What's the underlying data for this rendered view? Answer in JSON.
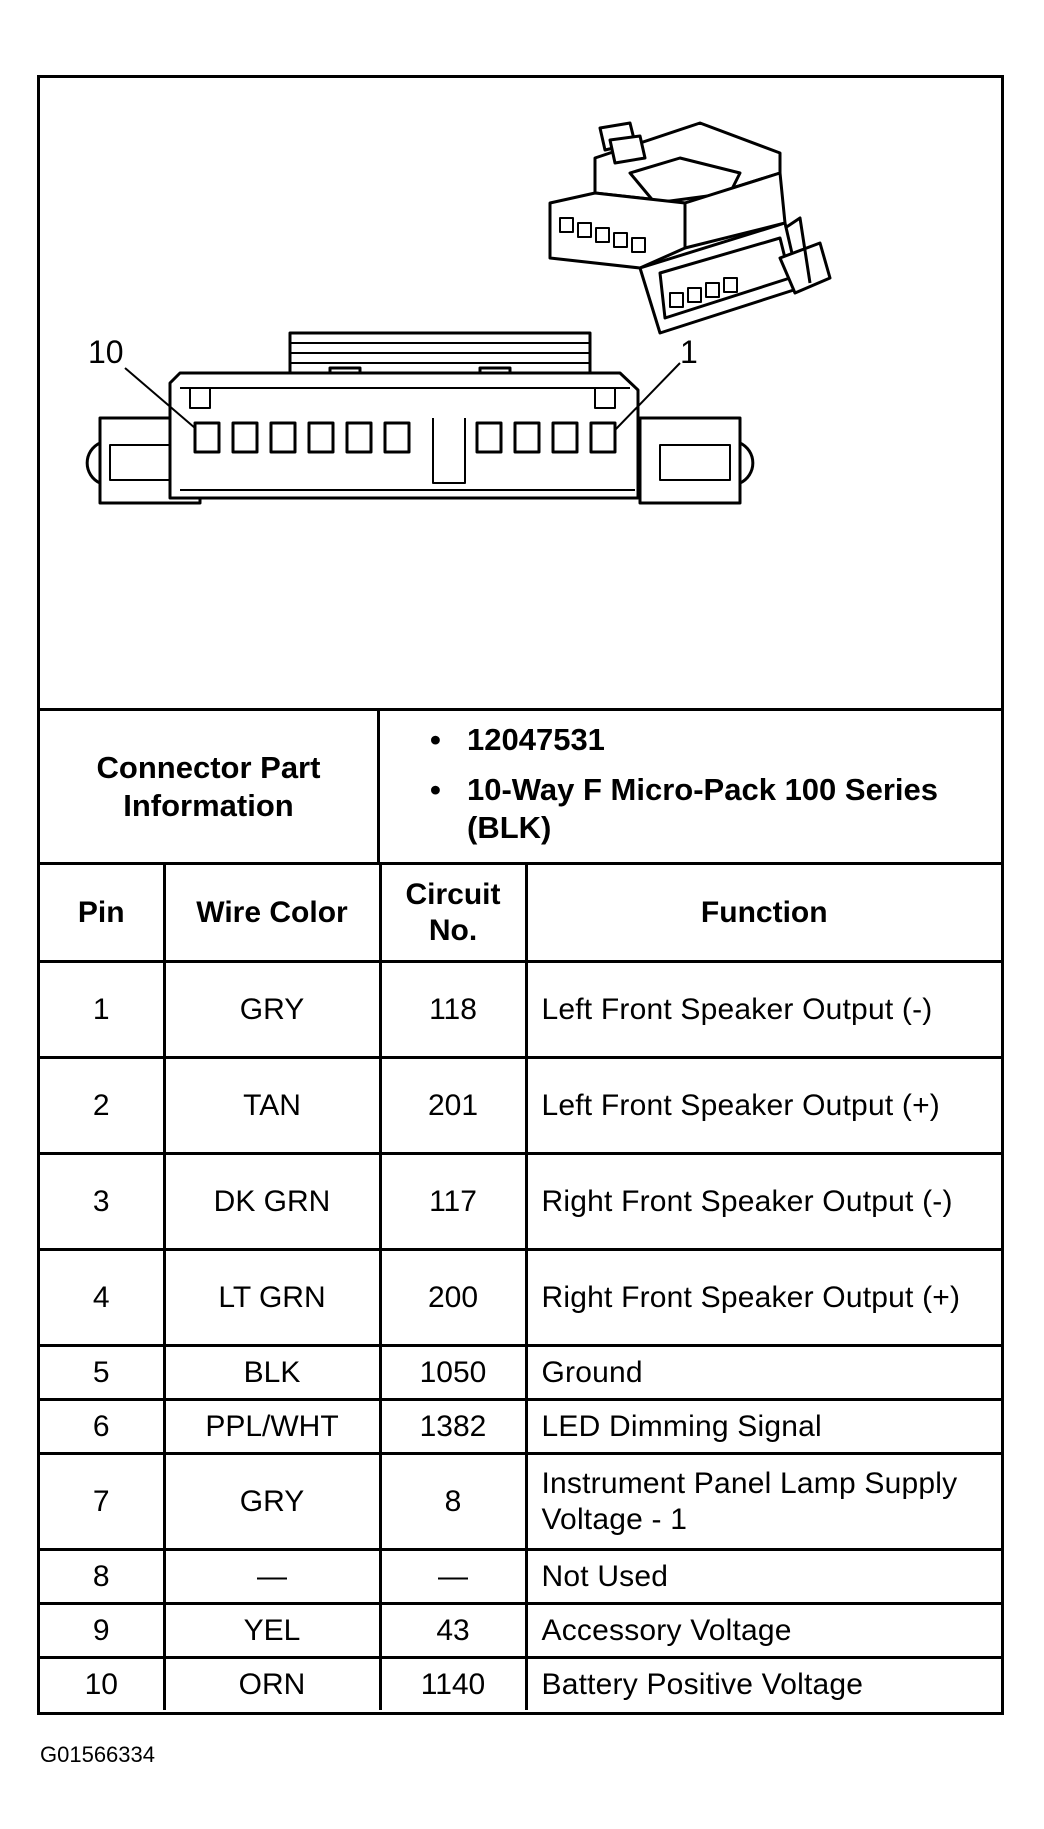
{
  "diagram": {
    "pin_left_label": "10",
    "pin_right_label": "1"
  },
  "connector_info": {
    "label": "Connector Part Information",
    "items": [
      "12047531",
      "10-Way F Micro-Pack 100 Series (BLK)"
    ]
  },
  "table": {
    "headers": [
      "Pin",
      "Wire Color",
      "Circuit No.",
      "Function"
    ],
    "rows": [
      {
        "pin": "1",
        "wire": "GRY",
        "circuit": "118",
        "function": "Left Front Speaker Output (-)"
      },
      {
        "pin": "2",
        "wire": "TAN",
        "circuit": "201",
        "function": "Left Front Speaker Output (+)"
      },
      {
        "pin": "3",
        "wire": "DK GRN",
        "circuit": "117",
        "function": "Right Front Speaker Output (-)"
      },
      {
        "pin": "4",
        "wire": "LT GRN",
        "circuit": "200",
        "function": "Right Front Speaker Output (+)"
      },
      {
        "pin": "5",
        "wire": "BLK",
        "circuit": "1050",
        "function": "Ground"
      },
      {
        "pin": "6",
        "wire": "PPL/WHT",
        "circuit": "1382",
        "function": "LED Dimming Signal"
      },
      {
        "pin": "7",
        "wire": "GRY",
        "circuit": "8",
        "function": "Instrument Panel Lamp Supply Voltage - 1"
      },
      {
        "pin": "8",
        "wire": "—",
        "circuit": "—",
        "function": "Not Used"
      },
      {
        "pin": "9",
        "wire": "YEL",
        "circuit": "43",
        "function": "Accessory Voltage"
      },
      {
        "pin": "10",
        "wire": "ORN",
        "circuit": "1140",
        "function": "Battery Positive Voltage"
      }
    ]
  },
  "figure_id": "G01566334"
}
